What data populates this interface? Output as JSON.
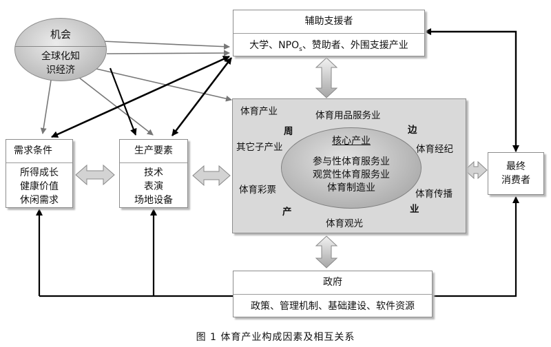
{
  "opportunity": {
    "title": "机会",
    "line1": "全球化知",
    "line2": "识经济"
  },
  "support": {
    "title": "辅助支援者",
    "body_prefix": "大学、NPO",
    "body_sub": "s",
    "body_suffix": "、赞助者、外围支援产业"
  },
  "demand": {
    "title": "需求条件",
    "items": [
      "所得成长",
      "健康价值",
      "休闲需求"
    ]
  },
  "production": {
    "title": "生产要素",
    "items": [
      "技术",
      "表演",
      "场地设备"
    ]
  },
  "consumer": {
    "line1": "最终",
    "line2": "消费者"
  },
  "government": {
    "title": "政府",
    "body": "政策、管理机制、基础建设、软件资源"
  },
  "industry": {
    "peripheral_chars": [
      "周",
      "边",
      "产",
      "业"
    ],
    "peripheral": [
      "体育产业",
      "体育用品服务业",
      "其它子产业",
      "体育经纪",
      "体育彩票",
      "体育传播",
      "体育观光"
    ],
    "core_title": "核心产业",
    "core_items": [
      "参与性体育服务业",
      "观赏性体育服务业",
      "体育制造业"
    ]
  },
  "caption": "图 1   体育产业构成因素及相互关系"
}
